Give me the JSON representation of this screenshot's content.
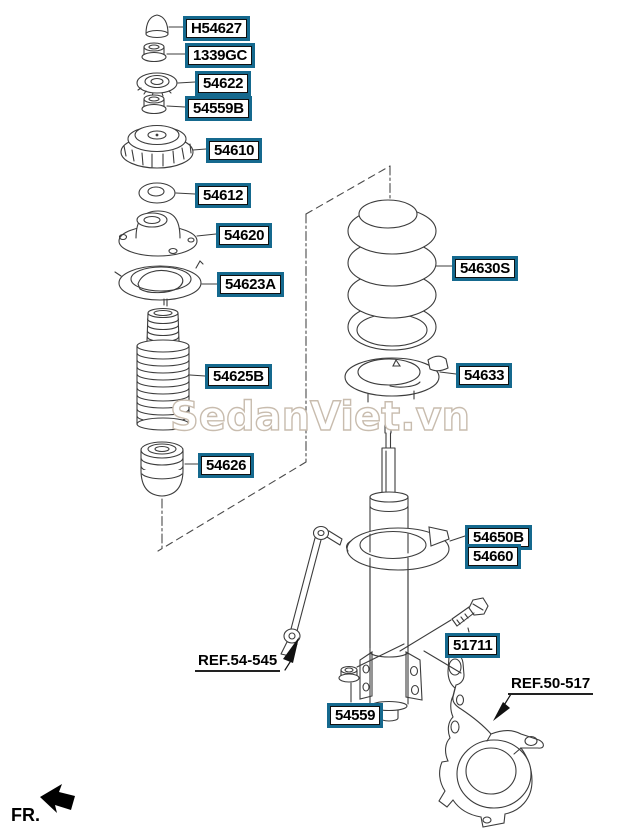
{
  "watermark": "SedanViet.vn",
  "fr": "FR.",
  "labels": [
    "H54627",
    "1339GC",
    "54622",
    "54559B",
    "54610",
    "54612",
    "54620",
    "54623A",
    "54625B",
    "54626",
    "54630S",
    "54633",
    "54650B",
    "54660",
    "51711",
    "54559"
  ],
  "refs": [
    "REF.54-545",
    "REF.50-517"
  ],
  "colors": {
    "label_border": "#15698e",
    "diagram_line": "#3c3c3c",
    "watermark_outline": "#c8bcae",
    "text": "#000000"
  }
}
